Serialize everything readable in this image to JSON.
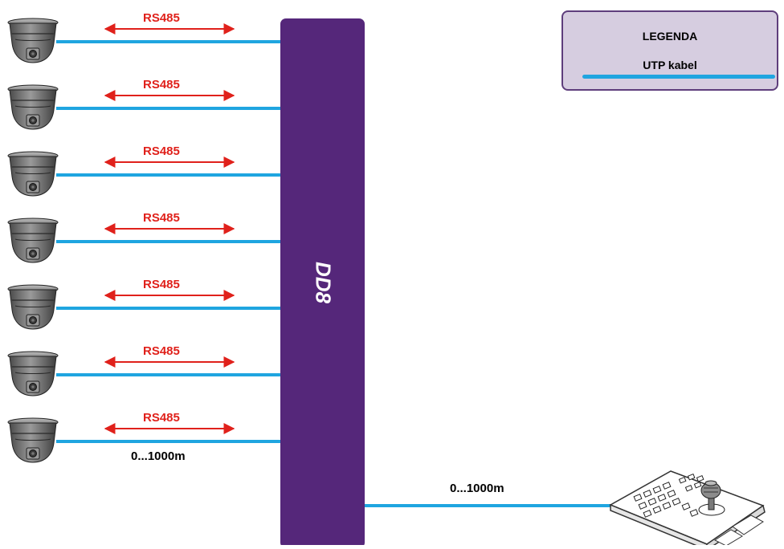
{
  "device": {
    "label": "DD8",
    "color": "#55277a"
  },
  "links": [
    {
      "protocol": "RS485"
    },
    {
      "protocol": "RS485"
    },
    {
      "protocol": "RS485"
    },
    {
      "protocol": "RS485"
    },
    {
      "protocol": "RS485"
    },
    {
      "protocol": "RS485"
    },
    {
      "protocol": "RS485"
    }
  ],
  "camera_distance_label": "0...1000m",
  "controller_distance_label": "0...1000m",
  "legend": {
    "title": "LEGENDA",
    "items": [
      {
        "label": "UTP kabel",
        "color": "#1fa5e0"
      }
    ]
  },
  "colors": {
    "cable": "#1fa5e0",
    "arrow": "#e0211b",
    "legend_bg": "#d6cde0",
    "legend_border": "#5e3e7c"
  },
  "icons": {
    "camera": "dome-camera-icon",
    "controller": "ptz-keyboard-controller-icon"
  }
}
